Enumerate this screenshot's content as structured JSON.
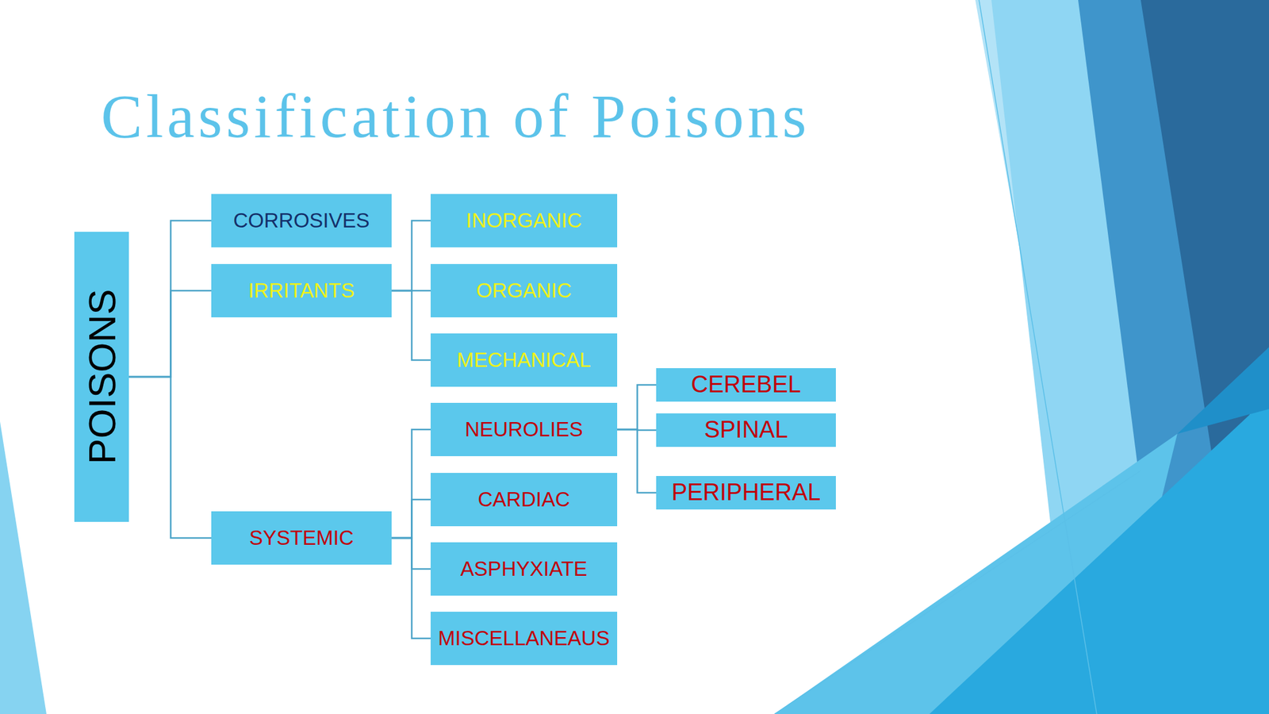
{
  "diagram": {
    "title": "Classification of Poisons",
    "nodes": [
      {
        "text": [
          "POISONS"
        ]
      },
      {
        "text": [
          "CORROSIVES"
        ]
      },
      {
        "text": [
          "IRRITANTS"
        ]
      },
      {
        "text": [
          "SYSTEMIC"
        ]
      },
      {
        "text": [
          "INORGANIC"
        ]
      },
      {
        "text": [
          "ORGANIC"
        ]
      },
      {
        "text": [
          "MECHANICAL"
        ]
      },
      {
        "text": [
          "NEUROLIES"
        ]
      },
      {
        "text": [
          "CARDIAC"
        ]
      },
      {
        "text": [
          "ASPHYXIATE"
        ]
      },
      {
        "text": [
          "MISCELLANEAUS"
        ]
      },
      {
        "text": [
          "CEREBEL"
        ]
      },
      {
        "text": [
          "SPINAL"
        ]
      },
      {
        "text": [
          "PERIPHERAL"
        ]
      }
    ],
    "edges": [
      {
        "from": 0,
        "to": 1,
        "arrow": "none"
      },
      {
        "from": 0,
        "to": 2,
        "arrow": "none"
      },
      {
        "from": 0,
        "to": 3,
        "arrow": "none"
      },
      {
        "from": 2,
        "to": 4,
        "arrow": "none"
      },
      {
        "from": 2,
        "to": 5,
        "arrow": "none"
      },
      {
        "from": 2,
        "to": 6,
        "arrow": "none"
      },
      {
        "from": 3,
        "to": 7,
        "arrow": "none"
      },
      {
        "from": 3,
        "to": 8,
        "arrow": "none"
      },
      {
        "from": 3,
        "to": 9,
        "arrow": "none"
      },
      {
        "from": 3,
        "to": 10,
        "arrow": "none"
      },
      {
        "from": 7,
        "to": 11,
        "arrow": "none"
      },
      {
        "from": 7,
        "to": 12,
        "arrow": "none"
      },
      {
        "from": 7,
        "to": 13,
        "arrow": "none"
      }
    ]
  }
}
